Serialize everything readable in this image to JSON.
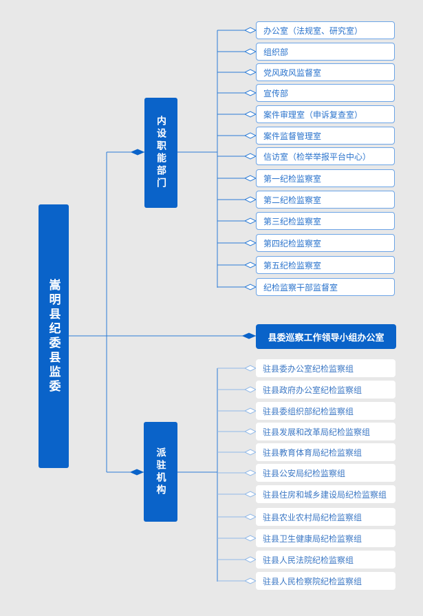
{
  "root": "嵩明县纪委县监委",
  "branches": {
    "internal": {
      "label": "内设职能部门",
      "items": [
        "办公室（法规室、研究室）",
        "组织部",
        "党风政风监督室",
        "宣传部",
        "案件审理室（申诉复查室）",
        "案件监督管理室",
        "信访室（检举举报平台中心）",
        "第一纪检监察室",
        "第二纪检监察室",
        "第三纪检监察室",
        "第四纪检监察室",
        "第五纪检监察室",
        "纪检监察干部监督室"
      ]
    },
    "inspection": {
      "label": "县委巡察工作领导小组办公室"
    },
    "dispatched": {
      "label": "派驻机构",
      "items": [
        "驻县委办公室纪检监察组",
        "驻县政府办公室纪检监察组",
        "驻县委组织部纪检监察组",
        "驻县发展和改革局纪检监察组",
        "驻县教育体育局纪检监察组",
        "驻县公安局纪检监察组",
        "驻县住房和城乡建设局纪检监察组",
        "驻县农业农村局纪检监察组",
        "驻县卫生健康局纪检监察组",
        "驻县人民法院纪检监察组",
        "驻县人民检察院纪检监察组"
      ]
    }
  },
  "colors": {
    "primary": "#0a63c9",
    "line": "#2a7ad6",
    "item_text": "#2a73cc",
    "background": "#e8e8e8"
  }
}
